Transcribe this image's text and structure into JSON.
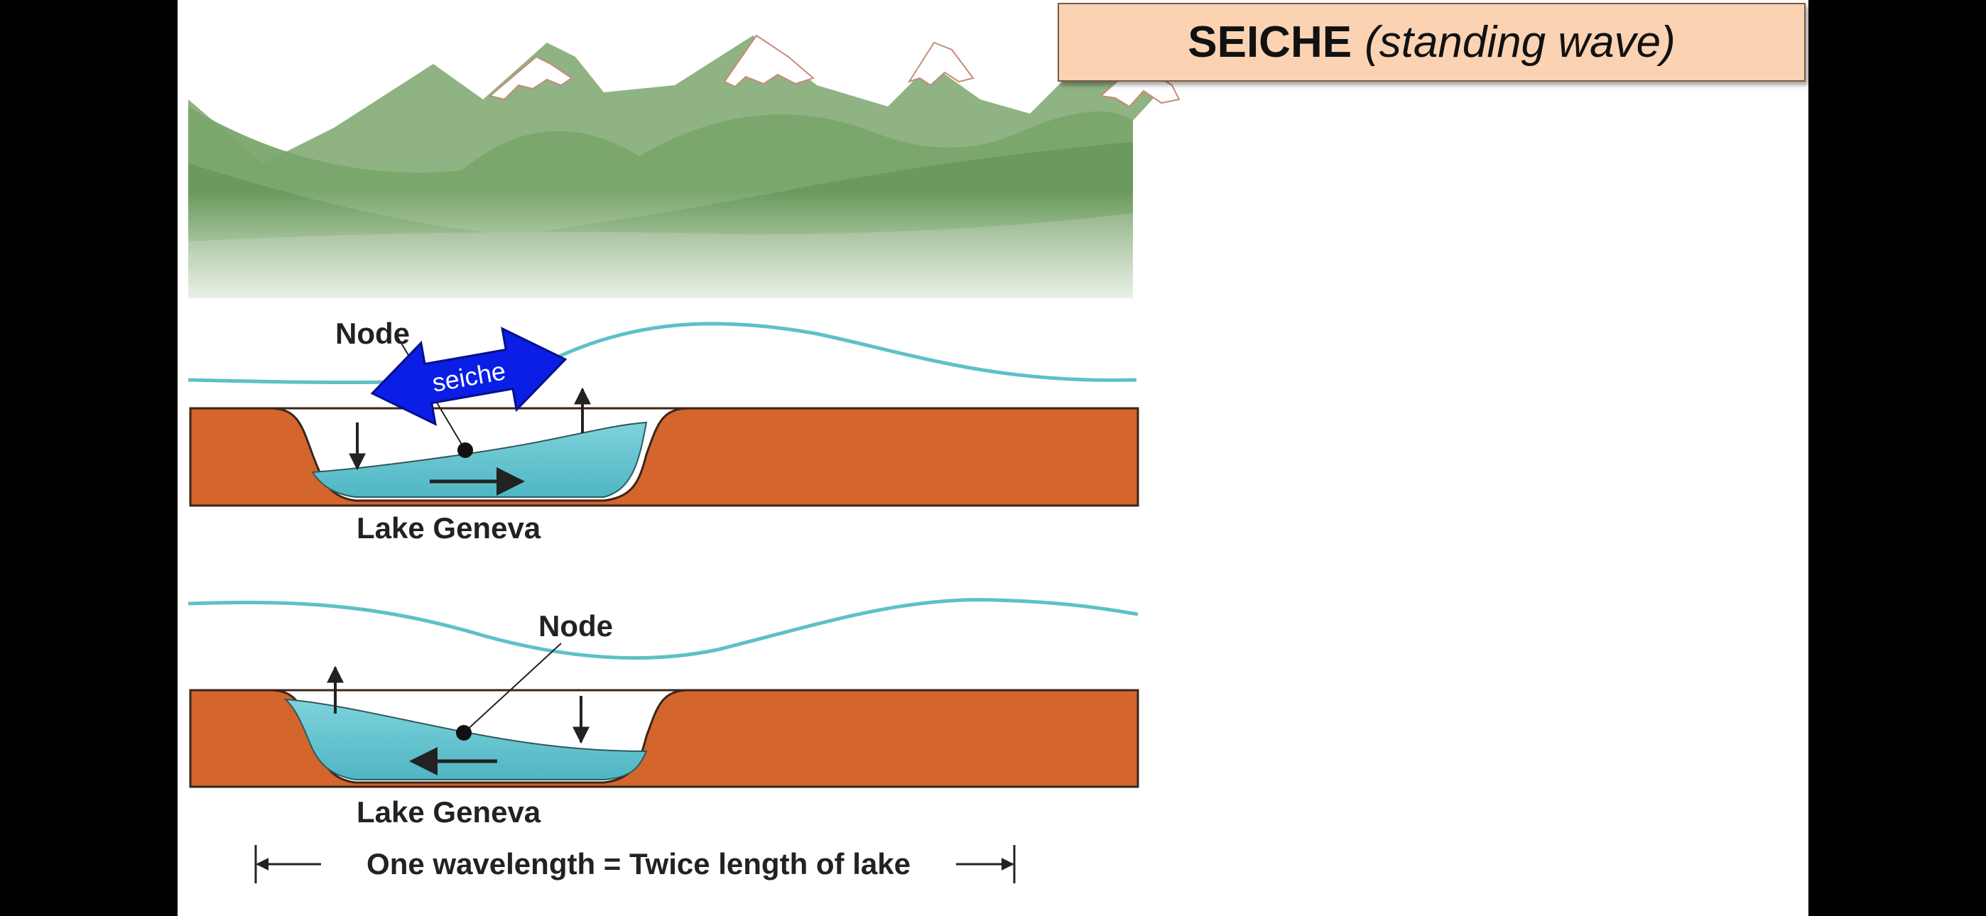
{
  "title": {
    "main": "SEICHE",
    "subtitle": "(standing wave)"
  },
  "diagram": {
    "top_panel": {
      "node_label": "Node",
      "arrow_label": "seiche",
      "lake_label": "Lake Geneva"
    },
    "bottom_panel": {
      "node_label": "Node",
      "lake_label": "Lake Geneva"
    },
    "wavelength_caption": "One wavelength = Twice length of lake"
  },
  "colors": {
    "slide_background": "#ffffff",
    "letterbox": "#000000",
    "title_box": "#fbd3b3",
    "ground": "#d4652d",
    "water": "#5fc3cf",
    "wave_line": "#5ec0c8",
    "seiche_arrow": "#0a1ee6",
    "mountains": "#6b9a5c"
  }
}
